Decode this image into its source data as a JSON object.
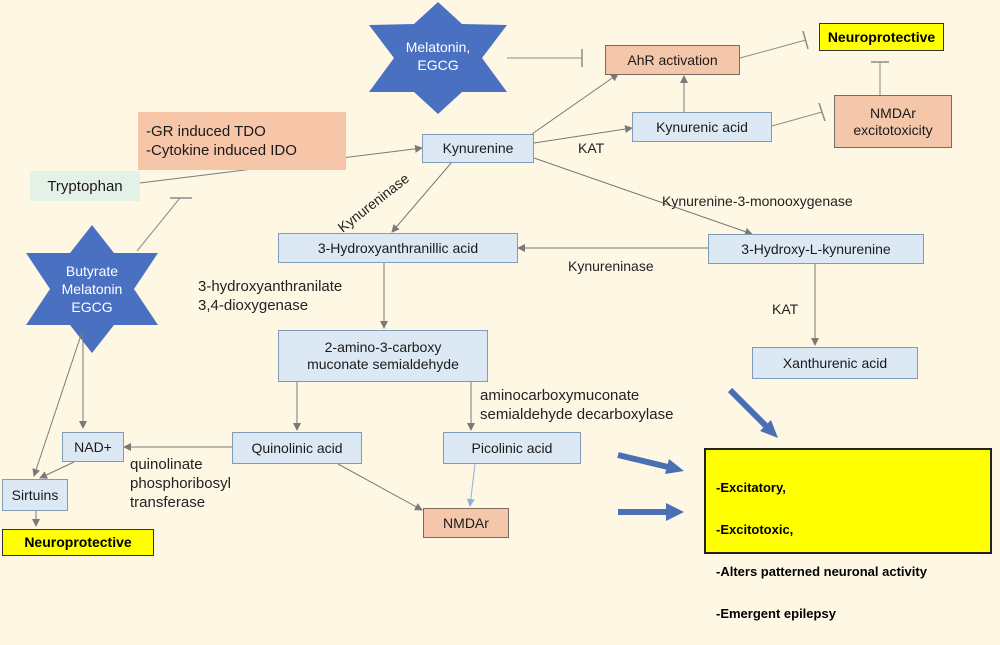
{
  "stars": {
    "top": "Melatonin,\nEGCG",
    "left": "Butyrate\nMelatonin\nEGCG"
  },
  "nodes": {
    "ahr": "AhR activation",
    "neuroprotective_top": "Neuroprotective",
    "nmdar_excitotoxicity": "NMDAr\nexcitotoxicity",
    "kynurenic_acid": "Kynurenic acid",
    "kynurenine": "Kynurenine",
    "tryptophan": "Tryptophan",
    "hydroxyanthranilic": "3-Hydroxyanthranillic acid",
    "hydroxykynurenine": "3-Hydroxy-L-kynurenine",
    "amino_carboxy": "2-amino-3-carboxy\nmuconate semialdehyde",
    "xanthurenic": "Xanthurenic acid",
    "quinolinic": "Quinolinic acid",
    "picolinic": "Picolinic acid",
    "nad": "NAD+",
    "sirtuins": "Sirtuins",
    "neuroprotective_bottom": "Neuroprotective",
    "nmdar": "NMDAr",
    "tdo_ido": "-GR induced TDO\n-Cytokine induced IDO"
  },
  "outcomes": [
    "-Excitatory,",
    "-Excitotoxic,",
    "-Alters patterned neuronal activity",
    "-Emergent epilepsy"
  ],
  "edge_labels": {
    "kat_top": "KAT",
    "kynureninase_diag": "Kynureninase",
    "k3mo": "Kynurenine-3-monooxygenase",
    "kynureninase_h": "Kynureninase",
    "dioxygenase": "3-hydroxyanthranilate\n3,4-dioxygenase",
    "kat_right": "KAT",
    "decarboxylase": "aminocarboxymuconate\nsemialdehyde decarboxylase",
    "qprt": "quinolinate\nphosphoribosyl\ntransferase"
  },
  "colors": {
    "background": "#fdf7e4",
    "star": "#4a70c2",
    "box_blue": "#dce9f5",
    "box_salmon": "#f4c7aa",
    "highlight": "#ffff00",
    "big_arrow": "#4a6fb5",
    "line": "#8c8c8c"
  }
}
